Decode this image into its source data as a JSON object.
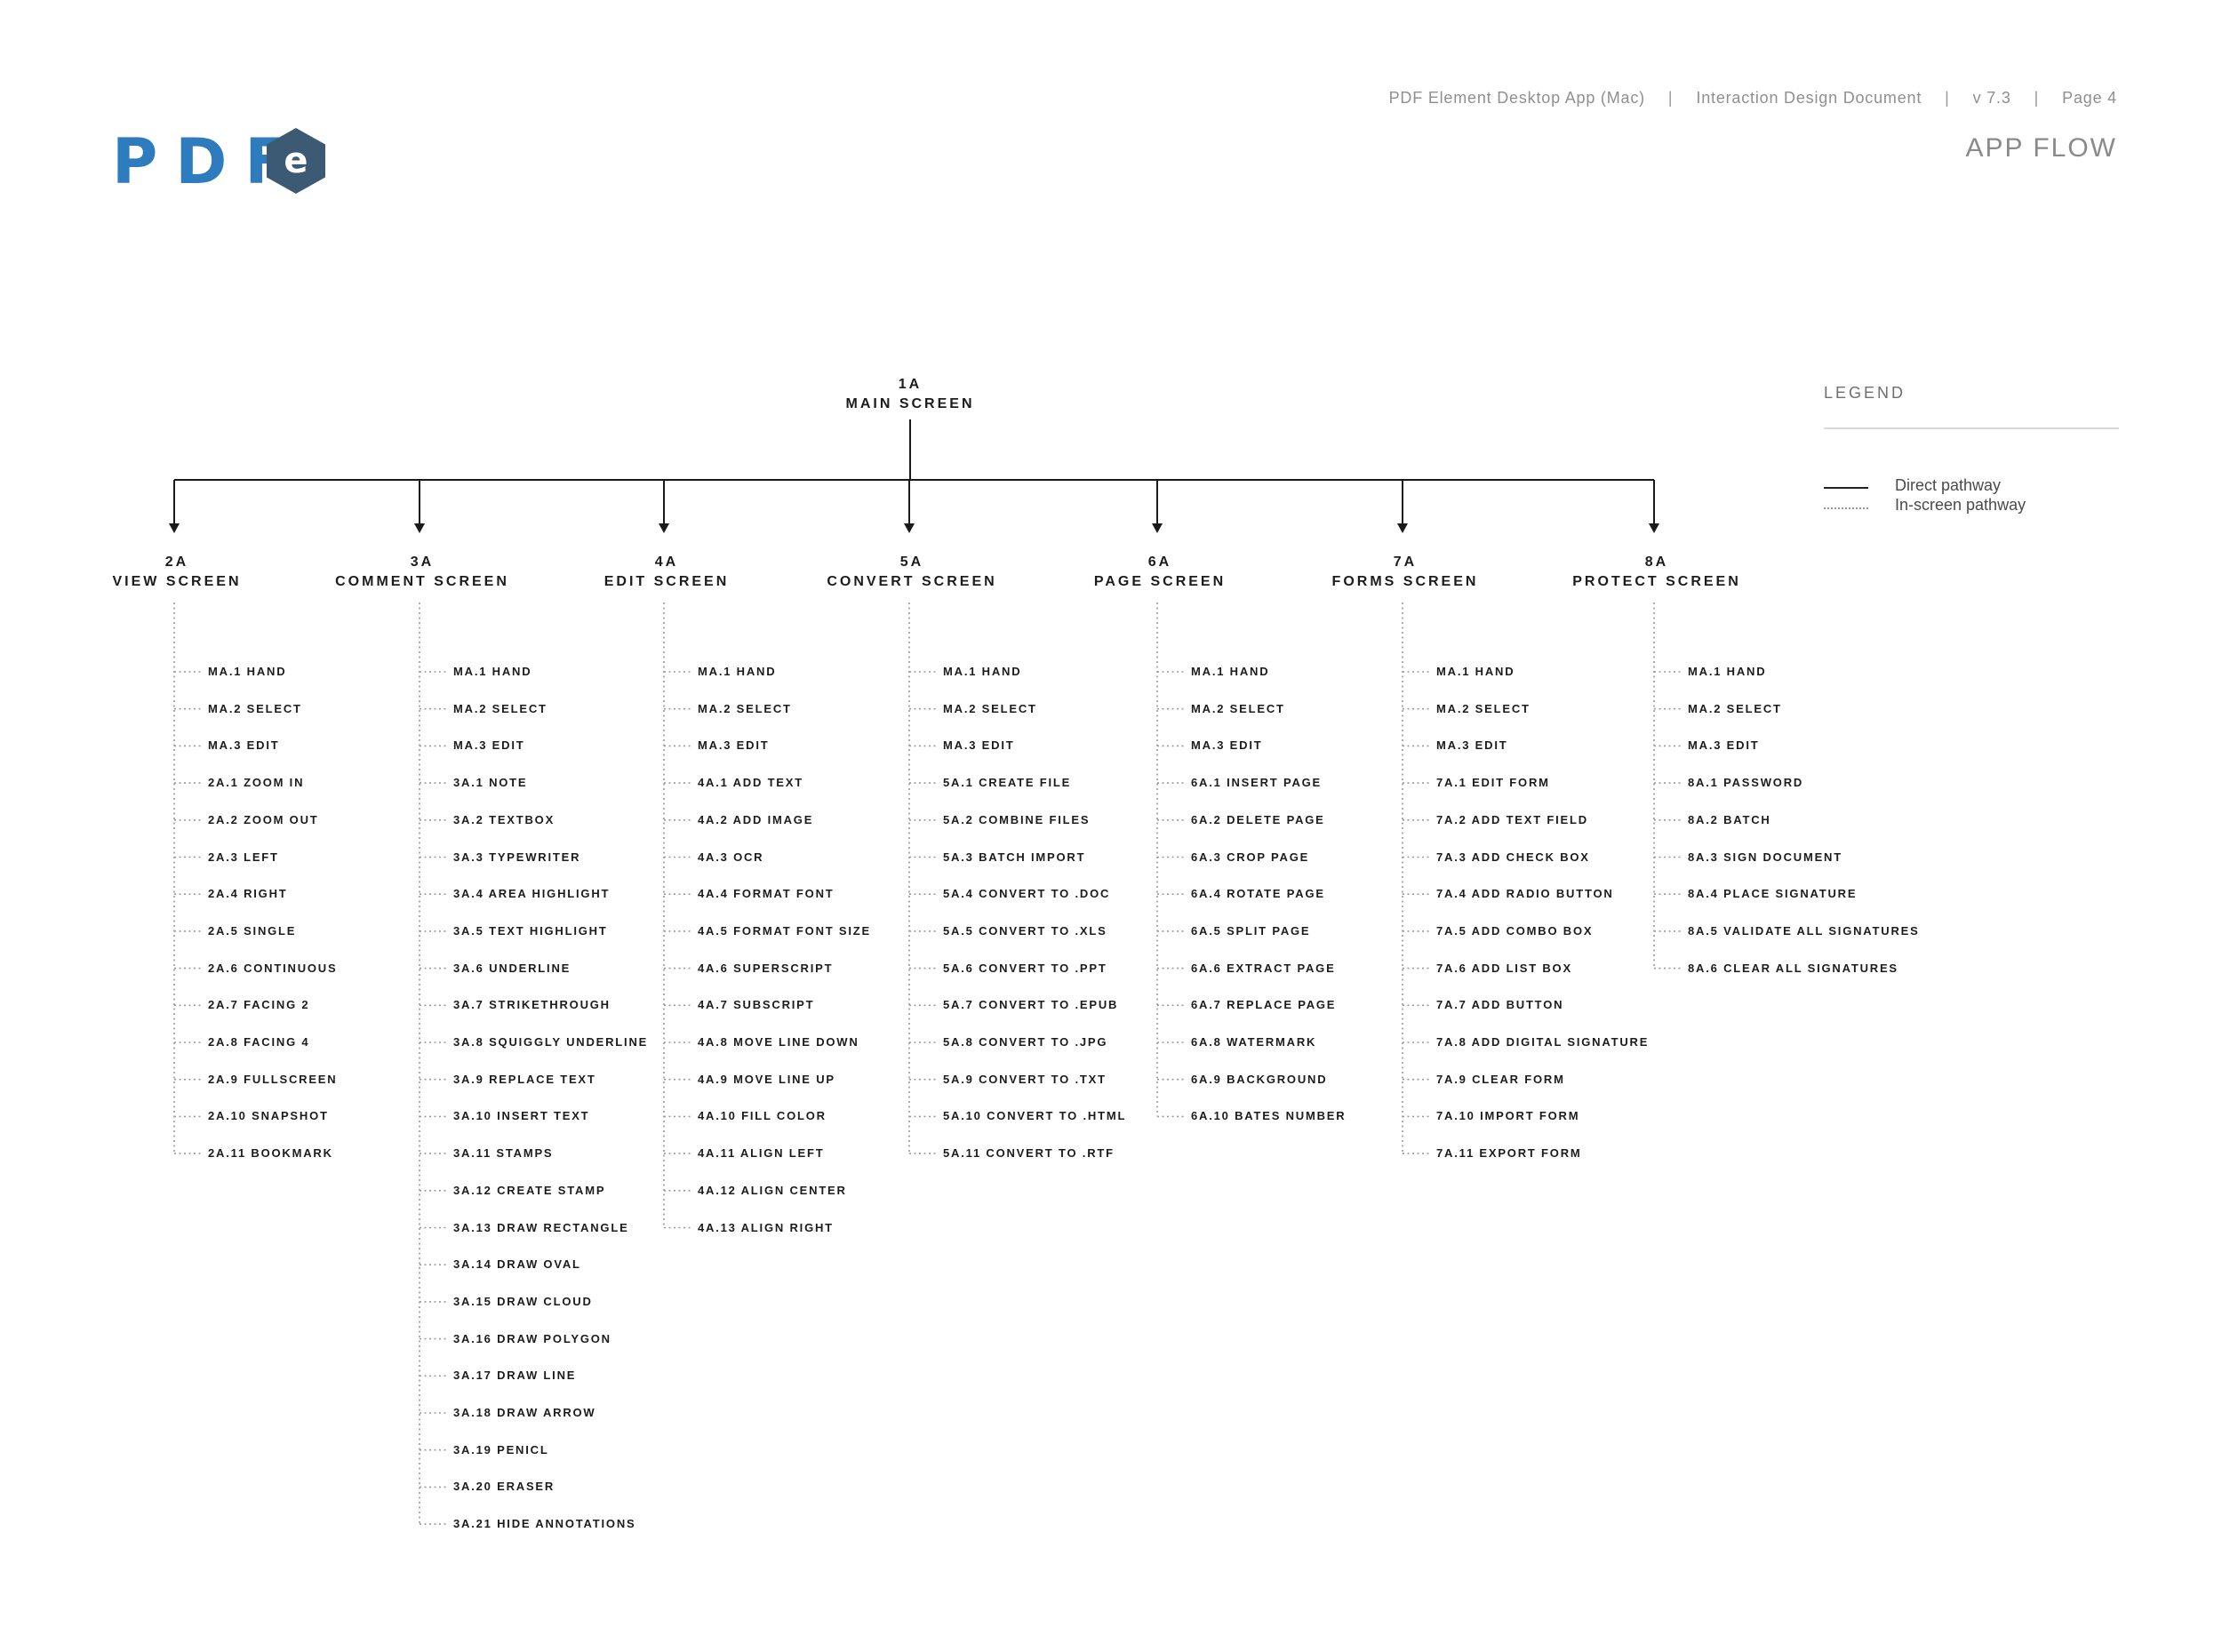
{
  "logo": {
    "text": "PDF",
    "badge": "e"
  },
  "header": {
    "app": "PDF Element Desktop App (Mac)",
    "doc_type": "Interaction Design Document",
    "version": "v 7.3",
    "page": "Page 4",
    "separator": "|",
    "section": "APP FLOW"
  },
  "legend": {
    "title": "LEGEND",
    "direct": "Direct pathway",
    "in_screen": "In-screen pathway"
  },
  "root": {
    "id": "1A",
    "name": "MAIN SCREEN"
  },
  "screens": [
    {
      "id": "2A",
      "name": "VIEW SCREEN",
      "items": [
        "MA.1 HAND",
        "MA.2 SELECT",
        "MA.3 EDIT",
        "2A.1 ZOOM IN",
        "2A.2 ZOOM OUT",
        "2A.3 LEFT",
        "2A.4 RIGHT",
        "2A.5 SINGLE",
        "2A.6 CONTINUOUS",
        "2A.7 FACING 2",
        "2A.8 FACING 4",
        "2A.9 FULLSCREEN",
        "2A.10 SNAPSHOT",
        "2A.11 BOOKMARK"
      ]
    },
    {
      "id": "3A",
      "name": "COMMENT SCREEN",
      "items": [
        "MA.1 HAND",
        "MA.2 SELECT",
        "MA.3 EDIT",
        "3A.1 NOTE",
        "3A.2 TEXTBOX",
        "3A.3 TYPEWRITER",
        "3A.4 AREA HIGHLIGHT",
        "3A.5 TEXT HIGHLIGHT",
        "3A.6 UNDERLINE",
        "3A.7 STRIKETHROUGH",
        "3A.8 SQUIGGLY UNDERLINE",
        "3A.9 REPLACE TEXT",
        "3A.10 INSERT TEXT",
        "3A.11 STAMPS",
        "3A.12 CREATE STAMP",
        "3A.13 DRAW RECTANGLE",
        "3A.14 DRAW OVAL",
        "3A.15 DRAW CLOUD",
        "3A.16 DRAW POLYGON",
        "3A.17 DRAW LINE",
        "3A.18 DRAW ARROW",
        "3A.19 PENICL",
        "3A.20 ERASER",
        "3A.21 HIDE ANNOTATIONS"
      ]
    },
    {
      "id": "4A",
      "name": "EDIT SCREEN",
      "items": [
        "MA.1 HAND",
        "MA.2 SELECT",
        "MA.3 EDIT",
        "4A.1 ADD TEXT",
        "4A.2 ADD IMAGE",
        "4A.3 OCR",
        "4A.4 FORMAT FONT",
        "4A.5 FORMAT FONT SIZE",
        "4A.6 SUPERSCRIPT",
        "4A.7 SUBSCRIPT",
        "4A.8 MOVE LINE DOWN",
        "4A.9 MOVE LINE UP",
        "4A.10 FILL COLOR",
        "4A.11 ALIGN LEFT",
        "4A.12 ALIGN CENTER",
        "4A.13 ALIGN RIGHT"
      ]
    },
    {
      "id": "5A",
      "name": "CONVERT SCREEN",
      "items": [
        "MA.1 HAND",
        "MA.2 SELECT",
        "MA.3 EDIT",
        "5A.1 CREATE FILE",
        "5A.2 COMBINE FILES",
        "5A.3 BATCH IMPORT",
        "5A.4 CONVERT TO .DOC",
        "5A.5 CONVERT TO .XLS",
        "5A.6 CONVERT TO .PPT",
        "5A.7 CONVERT TO .EPUB",
        "5A.8 CONVERT TO .JPG",
        "5A.9 CONVERT TO .TXT",
        "5A.10 CONVERT TO .HTML",
        "5A.11 CONVERT TO .RTF"
      ]
    },
    {
      "id": "6A",
      "name": "PAGE SCREEN",
      "items": [
        "MA.1 HAND",
        "MA.2 SELECT",
        "MA.3 EDIT",
        "6A.1 INSERT PAGE",
        "6A.2 DELETE PAGE",
        "6A.3 CROP PAGE",
        "6A.4 ROTATE PAGE",
        "6A.5 SPLIT PAGE",
        "6A.6 EXTRACT PAGE",
        "6A.7 REPLACE PAGE",
        "6A.8 WATERMARK",
        "6A.9 BACKGROUND",
        "6A.10 BATES NUMBER"
      ]
    },
    {
      "id": "7A",
      "name": "FORMS SCREEN",
      "items": [
        "MA.1 HAND",
        "MA.2 SELECT",
        "MA.3 EDIT",
        "7A.1 EDIT FORM",
        "7A.2 ADD TEXT FIELD",
        "7A.3 ADD CHECK BOX",
        "7A.4 ADD RADIO BUTTON",
        "7A.5 ADD COMBO BOX",
        "7A.6 ADD LIST BOX",
        "7A.7 ADD BUTTON",
        "7A.8 ADD DIGITAL SIGNATURE",
        "7A.9 CLEAR FORM",
        "7A.10 IMPORT FORM",
        "7A.11 EXPORT FORM"
      ]
    },
    {
      "id": "8A",
      "name": "PROTECT SCREEN",
      "items": [
        "MA.1 HAND",
        "MA.2 SELECT",
        "MA.3 EDIT",
        "8A.1 PASSWORD",
        "8A.2 BATCH",
        "8A.3 SIGN DOCUMENT",
        "8A.4 PLACE SIGNATURE",
        "8A.5 VALIDATE ALL SIGNATURES",
        "8A.6 CLEAR ALL SIGNATURES"
      ]
    }
  ]
}
